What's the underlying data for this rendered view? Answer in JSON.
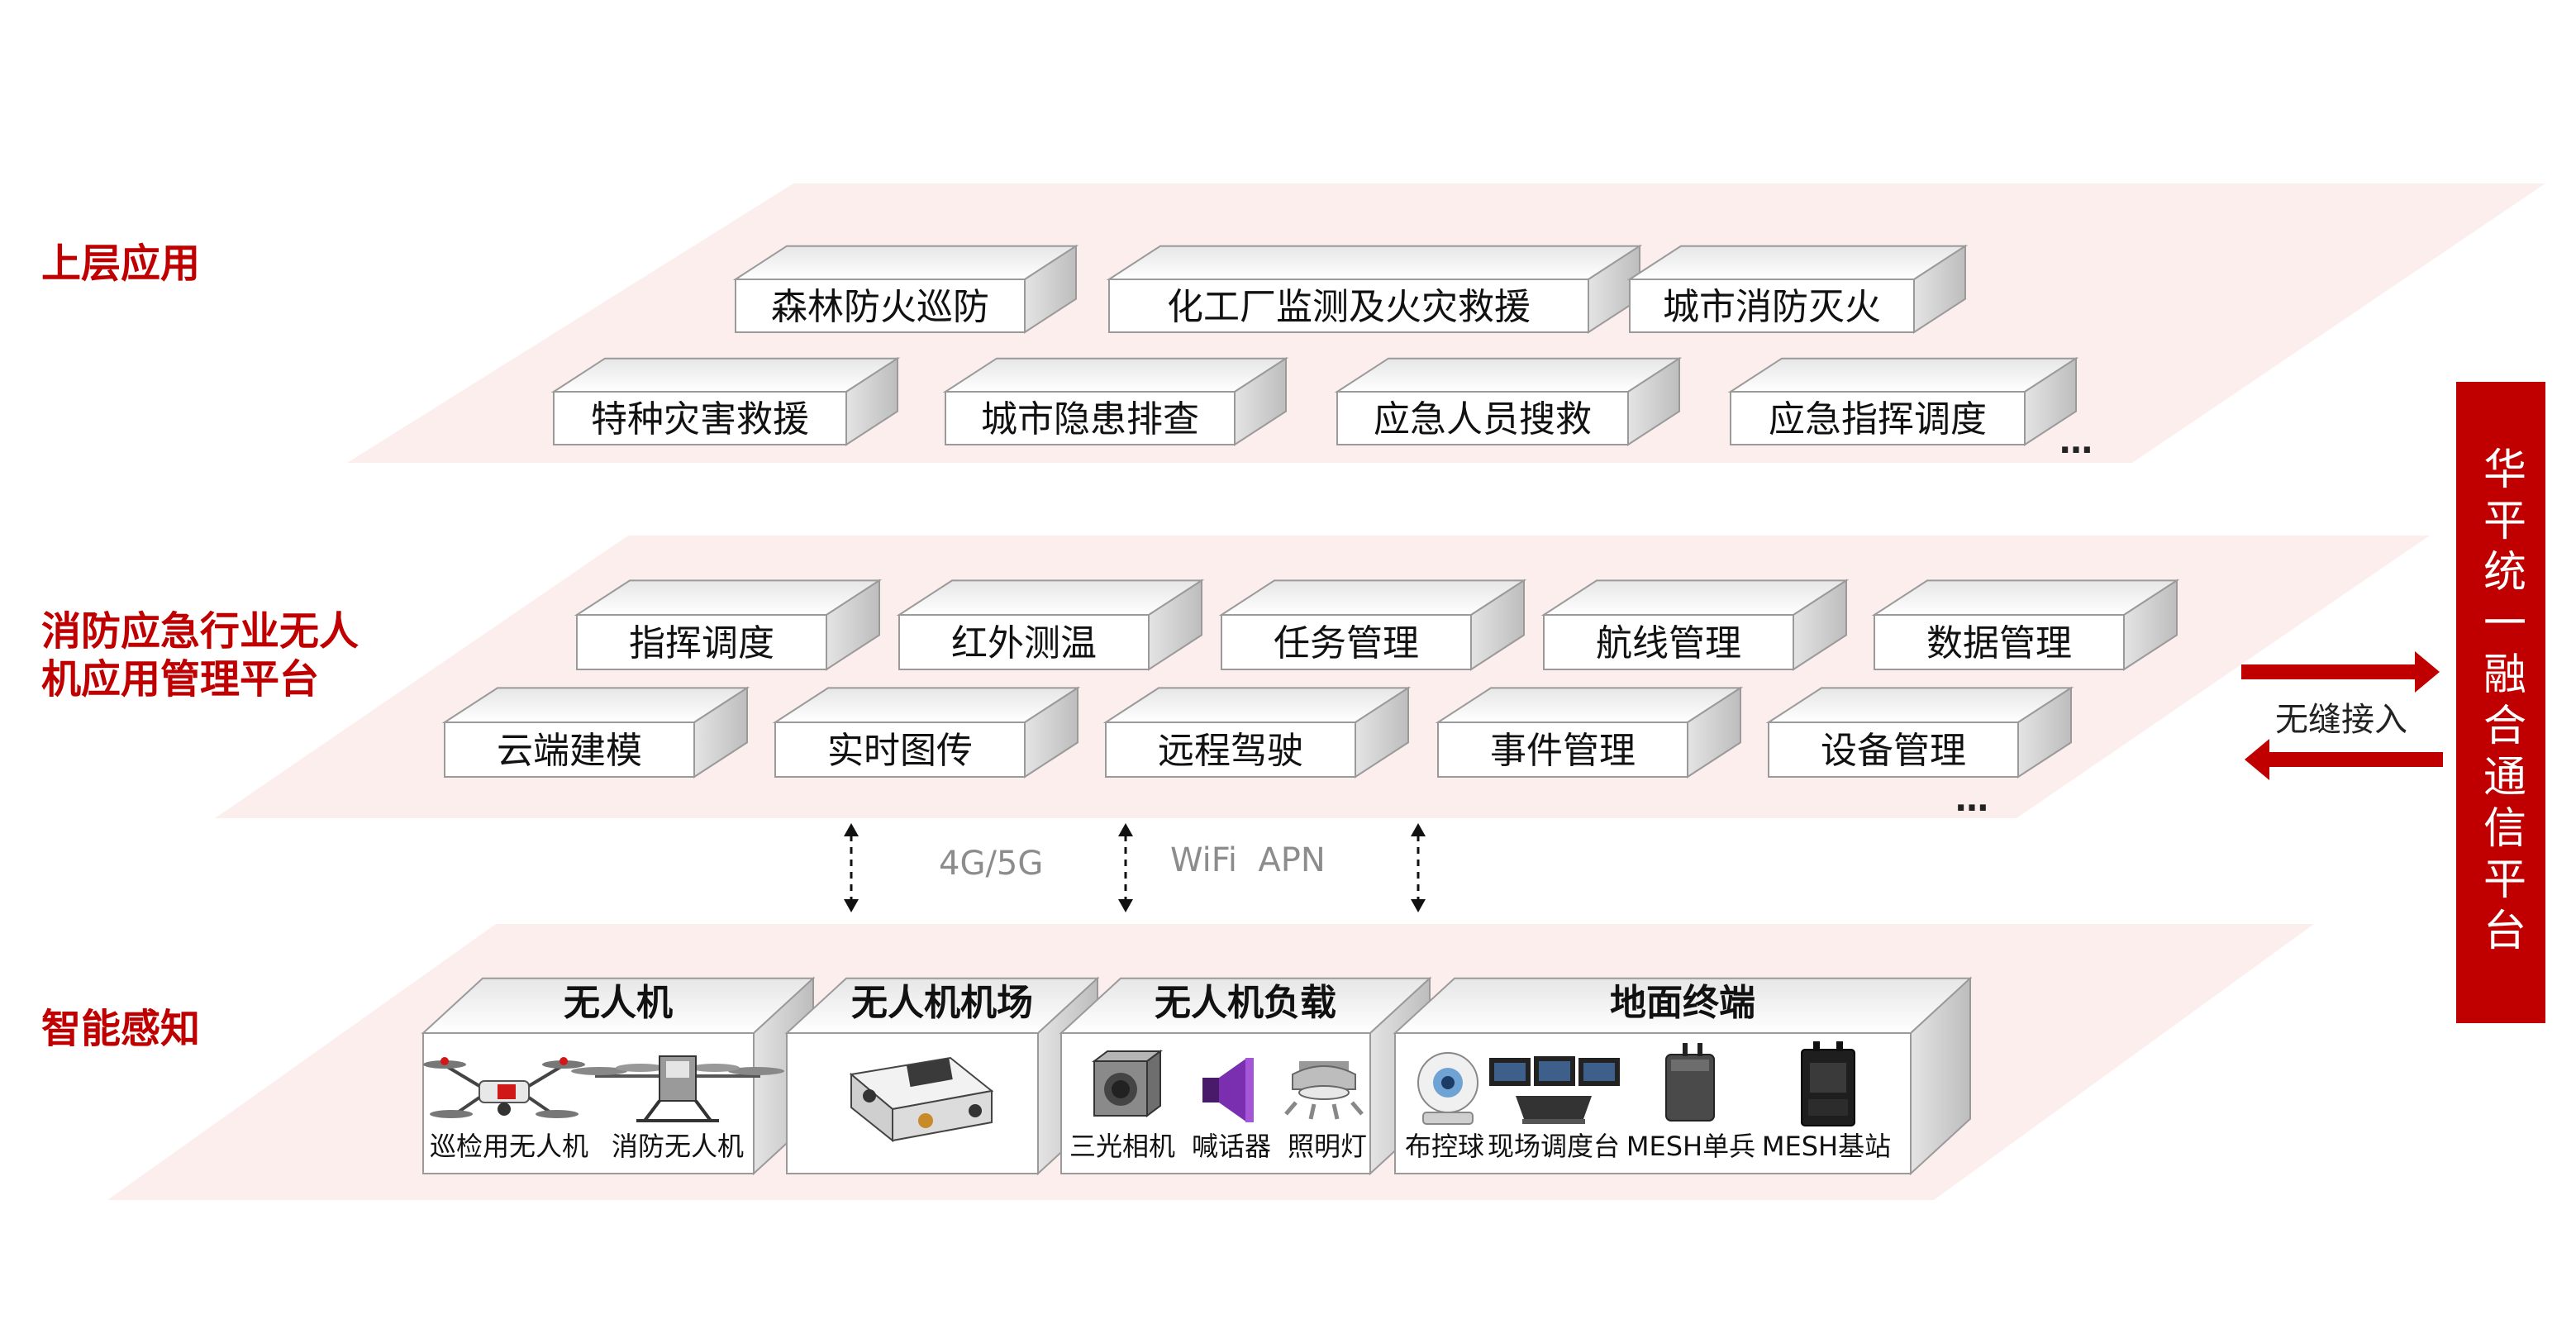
{
  "layers": {
    "top": {
      "label": "上层应用",
      "row1": [
        "森林防火巡防",
        "化工厂监测及火灾救援",
        "城市消防灭火"
      ],
      "row2": [
        "特种灾害救援",
        "城市隐患排查",
        "应急人员搜救",
        "应急指挥调度"
      ],
      "more": "…"
    },
    "middle": {
      "label_line1": "消防应急行业无人",
      "label_line2": "机应用管理平台",
      "row1": [
        "指挥调度",
        "红外测温",
        "任务管理",
        "航线管理",
        "数据管理"
      ],
      "row2": [
        "云端建模",
        "实时图传",
        "远程驾驶",
        "事件管理",
        "设备管理"
      ],
      "more": "…"
    },
    "network": {
      "labels": [
        "4G/5G",
        "WiFi  APN"
      ]
    },
    "bottom": {
      "label": "智能感知",
      "groups": [
        {
          "title": "无人机",
          "items": [
            "巡检用无人机",
            "消防无人机"
          ]
        },
        {
          "title": "无人机机场",
          "items": []
        },
        {
          "title": "无人机负载",
          "items": [
            "三光相机",
            "喊话器",
            "照明灯"
          ]
        },
        {
          "title": "地面终端",
          "items": [
            "布控球",
            "现场调度台",
            "MESH单兵",
            "MESH基站"
          ]
        }
      ]
    }
  },
  "side": {
    "banner": "华平统一融合通信平台",
    "seamless": "无缝接入"
  },
  "colors": {
    "accent": "#c00000",
    "plane": "#fce8e8",
    "box_front": "#ffffff",
    "box_top": "#f4f4f4",
    "box_side": "#cfcfcf"
  }
}
